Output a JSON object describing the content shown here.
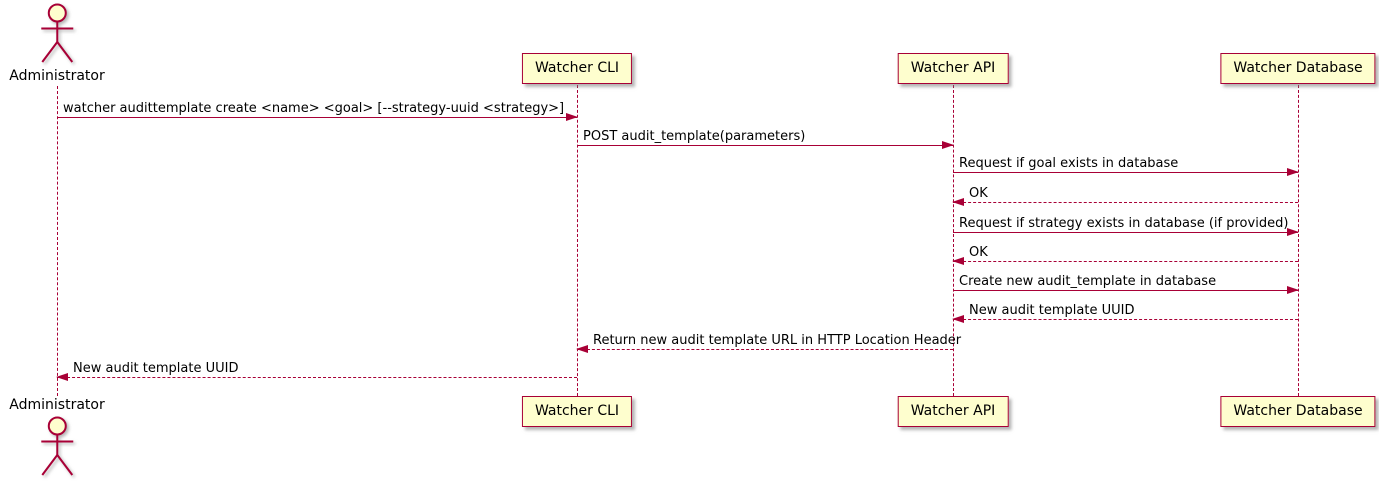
{
  "diagram": {
    "type": "uml-sequence-diagram",
    "colors": {
      "shape_border": "#A80036",
      "shape_fill": "#FEFECE",
      "text": "#000000",
      "background": "#FFFFFF"
    },
    "actor": {
      "label": "Administrator"
    },
    "participants": [
      {
        "label": "Watcher CLI"
      },
      {
        "label": "Watcher API"
      },
      {
        "label": "Watcher Database"
      }
    ],
    "messages": [
      {
        "from": "Administrator",
        "to": "Watcher CLI",
        "style": "solid",
        "label": "watcher audittemplate create <name> <goal> [--strategy-uuid <strategy>]"
      },
      {
        "from": "Watcher CLI",
        "to": "Watcher API",
        "style": "solid",
        "label": "POST audit_template(parameters)"
      },
      {
        "from": "Watcher API",
        "to": "Watcher Database",
        "style": "solid",
        "label": "Request if goal exists in database"
      },
      {
        "from": "Watcher Database",
        "to": "Watcher API",
        "style": "dashed",
        "label": "OK"
      },
      {
        "from": "Watcher API",
        "to": "Watcher Database",
        "style": "solid",
        "label": "Request if strategy exists in database (if provided)"
      },
      {
        "from": "Watcher Database",
        "to": "Watcher API",
        "style": "dashed",
        "label": "OK"
      },
      {
        "from": "Watcher API",
        "to": "Watcher Database",
        "style": "solid",
        "label": "Create new audit_template in database"
      },
      {
        "from": "Watcher Database",
        "to": "Watcher API",
        "style": "dashed",
        "label": "New audit template UUID"
      },
      {
        "from": "Watcher API",
        "to": "Watcher CLI",
        "style": "dashed",
        "label": "Return new audit template URL in HTTP Location Header"
      },
      {
        "from": "Watcher CLI",
        "to": "Administrator",
        "style": "dashed",
        "label": "New audit template UUID"
      }
    ]
  }
}
